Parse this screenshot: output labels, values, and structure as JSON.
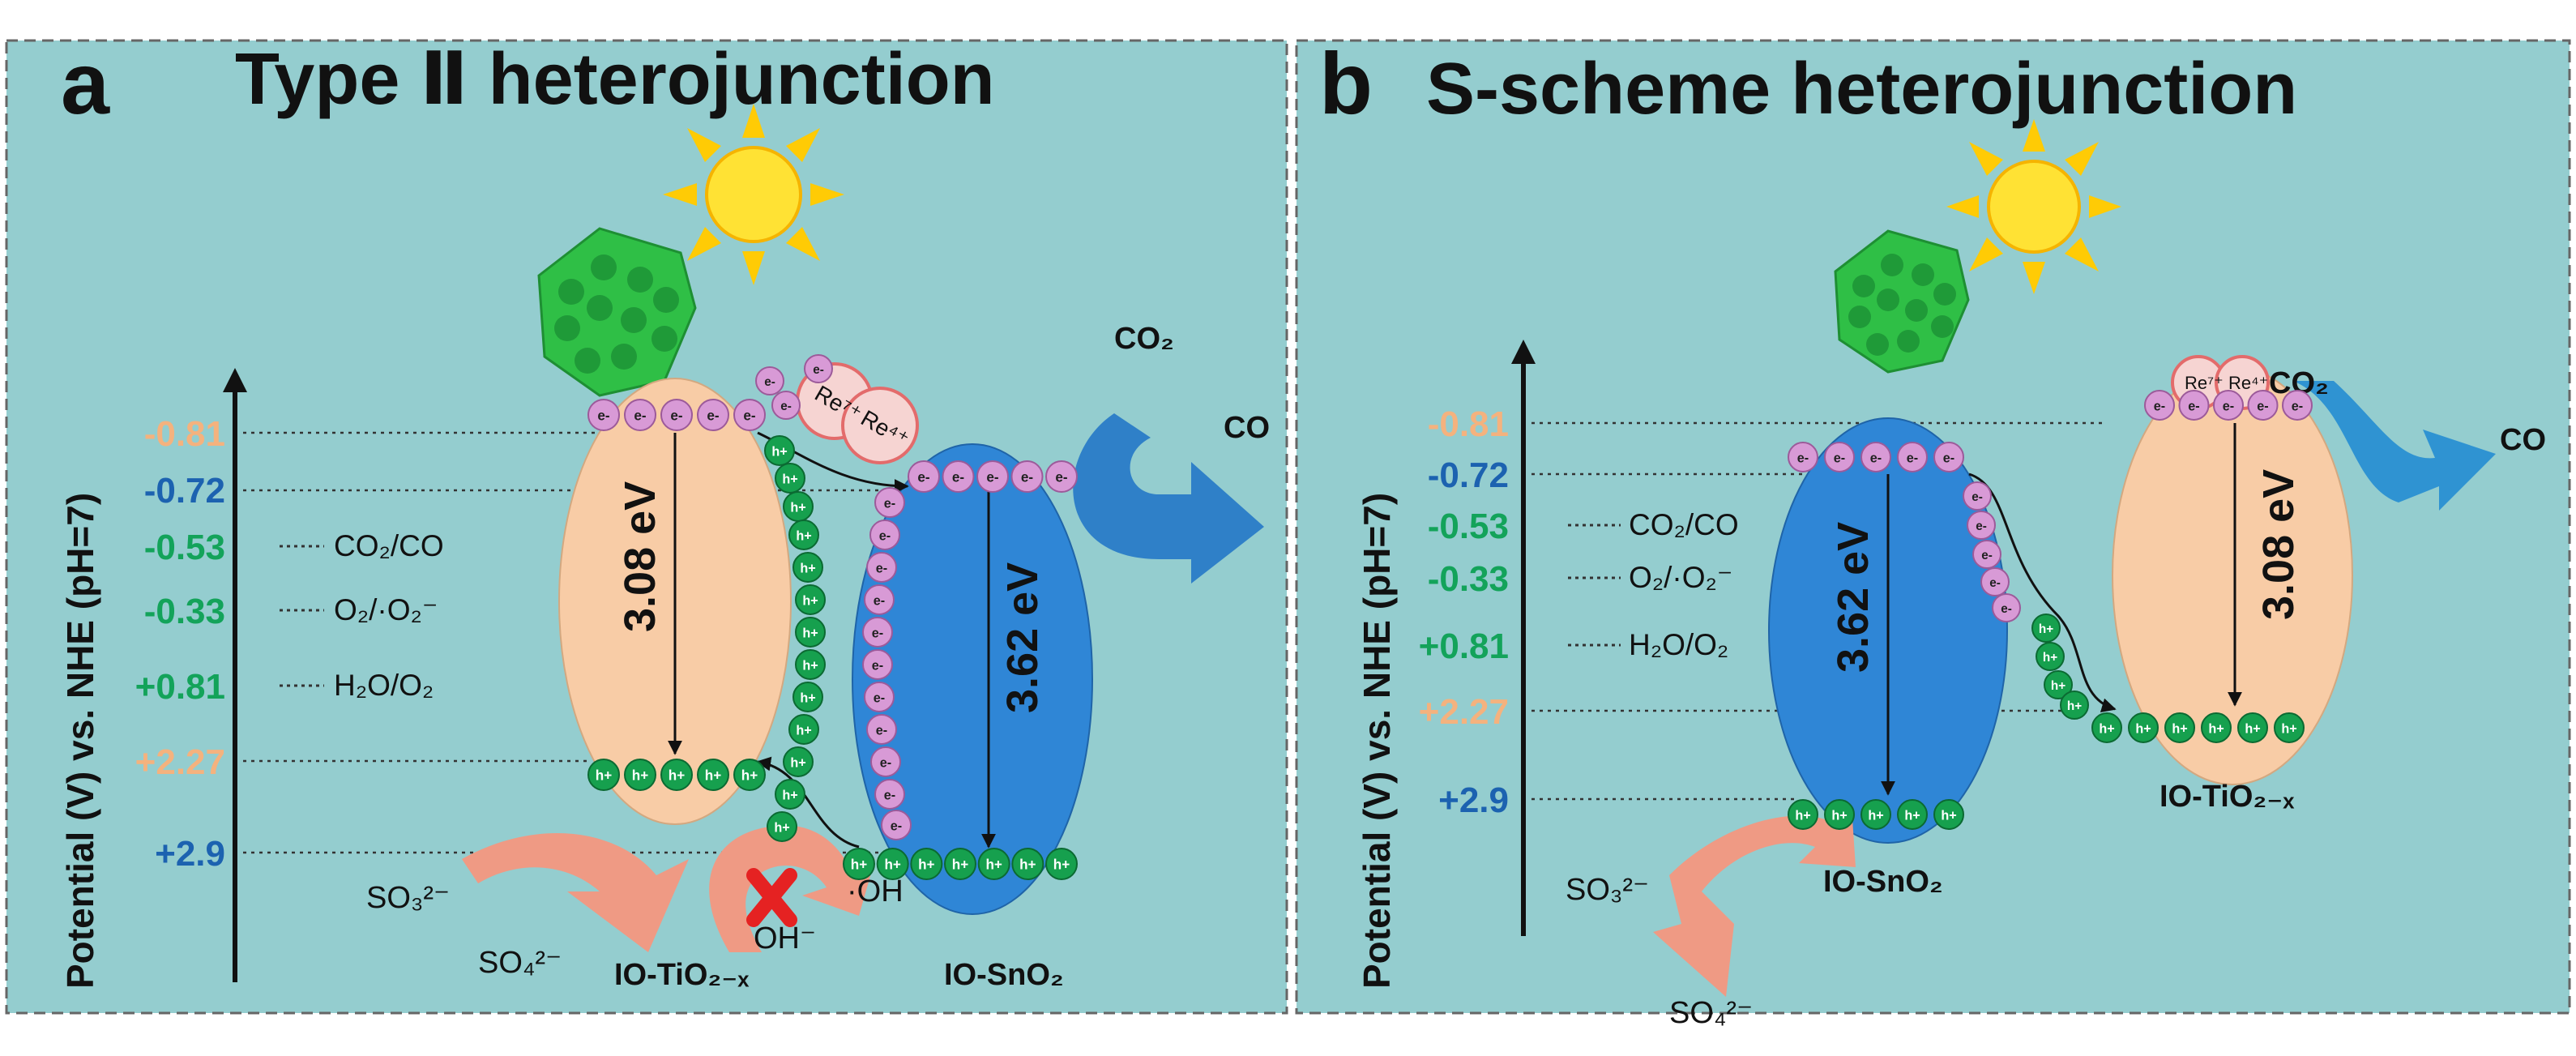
{
  "colors": {
    "background": "#94cdcf",
    "orange_band": "#f8cca6",
    "blue_band": "#2f86d6",
    "electron": "#d89ad6",
    "hole": "#16a04e",
    "orange_value": "#f4b27e",
    "blue_value": "#1c62b0",
    "green_value": "#13a35a",
    "arrow_co2": "#2f80c8",
    "arrow_so": "#ef9a84",
    "cross": "#e52222",
    "sun": "#ffe234",
    "catalyst": "#2fbf46"
  },
  "icons": [
    "sun-icon",
    "catalyst-icon",
    "cross-icon"
  ],
  "panel_a": {
    "letter": "a",
    "title": "Type Ⅱ heterojunction",
    "axis_label": "Potential (V) vs. NHE (pH=7)",
    "potentials": [
      {
        "value": "-0.81",
        "tone": "orange"
      },
      {
        "value": "-0.72",
        "tone": "blue"
      },
      {
        "value": "-0.53",
        "tone": "green"
      },
      {
        "value": "-0.33",
        "tone": "green"
      },
      {
        "value": "+0.81",
        "tone": "green"
      },
      {
        "value": "+2.27",
        "tone": "orange"
      },
      {
        "value": "+2.9",
        "tone": "blue"
      }
    ],
    "couples": [
      "CO₂/CO",
      "O₂/·O₂⁻",
      "H₂O/O₂"
    ],
    "gap_tio2": "3.08 eV",
    "gap_sno2": "3.62 eV",
    "electron_symbol": "e-",
    "hole_symbol": "h+",
    "re_couple": [
      "Re⁷⁺",
      "Re⁴⁺"
    ],
    "co2": "CO₂",
    "co": "CO",
    "so3": "SO₃²⁻",
    "so4": "SO₄²⁻",
    "oh_minus": "OH⁻",
    "oh_radical": "·OH",
    "label_tio2": "IO-TiO₂₋ₓ",
    "label_sno2": "IO-SnO₂"
  },
  "panel_b": {
    "letter": "b",
    "title": "S-scheme heterojunction",
    "axis_label": "Potential (V) vs. NHE (pH=7)",
    "potentials": [
      {
        "value": "-0.81",
        "tone": "orange"
      },
      {
        "value": "-0.72",
        "tone": "blue"
      },
      {
        "value": "-0.53",
        "tone": "green"
      },
      {
        "value": "-0.33",
        "tone": "green"
      },
      {
        "value": "+0.81",
        "tone": "green"
      },
      {
        "value": "+2.27",
        "tone": "orange"
      },
      {
        "value": "+2.9",
        "tone": "blue"
      }
    ],
    "couples": [
      "CO₂/CO",
      "O₂/·O₂⁻",
      "H₂O/O₂"
    ],
    "gap_sno2": "3.62 eV",
    "gap_tio2": "3.08 eV",
    "electron_symbol": "e-",
    "hole_symbol": "h+",
    "re_couple": [
      "Re⁷⁺",
      "Re⁴⁺"
    ],
    "co2": "CO₂",
    "co": "CO",
    "so3": "SO₃²⁻",
    "so4": "SO₄²⁻",
    "label_sno2": "IO-SnO₂",
    "label_tio2": "IO-TiO₂₋ₓ"
  }
}
